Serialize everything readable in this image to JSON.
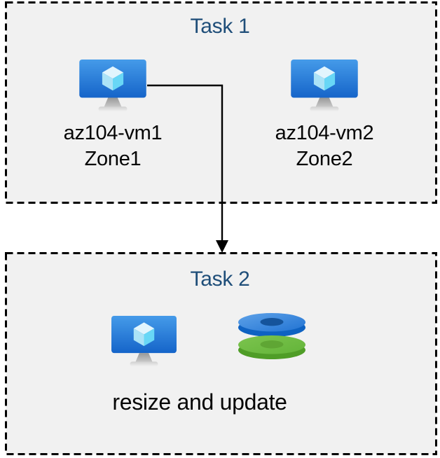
{
  "colors": {
    "background": "#ffffff",
    "box_fill": "#f1f1f1",
    "box_border": "#000000",
    "title_text": "#1f4e79",
    "label_text": "#050505",
    "arrow": "#000000",
    "vm_screen_blue": "#2b7fd9",
    "disk_blue": "#2f80d9",
    "disk_green": "#6fbe44"
  },
  "task1": {
    "title": "Task 1",
    "vms": [
      {
        "name": "az104-vm1",
        "zone": "Zone1",
        "icon": "azure-virtual-machine-icon"
      },
      {
        "name": "az104-vm2",
        "zone": "Zone2",
        "icon": "azure-virtual-machine-icon"
      }
    ]
  },
  "task2": {
    "title": "Task 2",
    "caption": "resize and update",
    "icons": [
      {
        "name": "azure-virtual-machine-icon"
      },
      {
        "name": "azure-disks-icon"
      }
    ]
  },
  "connector": {
    "type": "arrow",
    "from": "az104-vm1",
    "to": "Task 2"
  }
}
